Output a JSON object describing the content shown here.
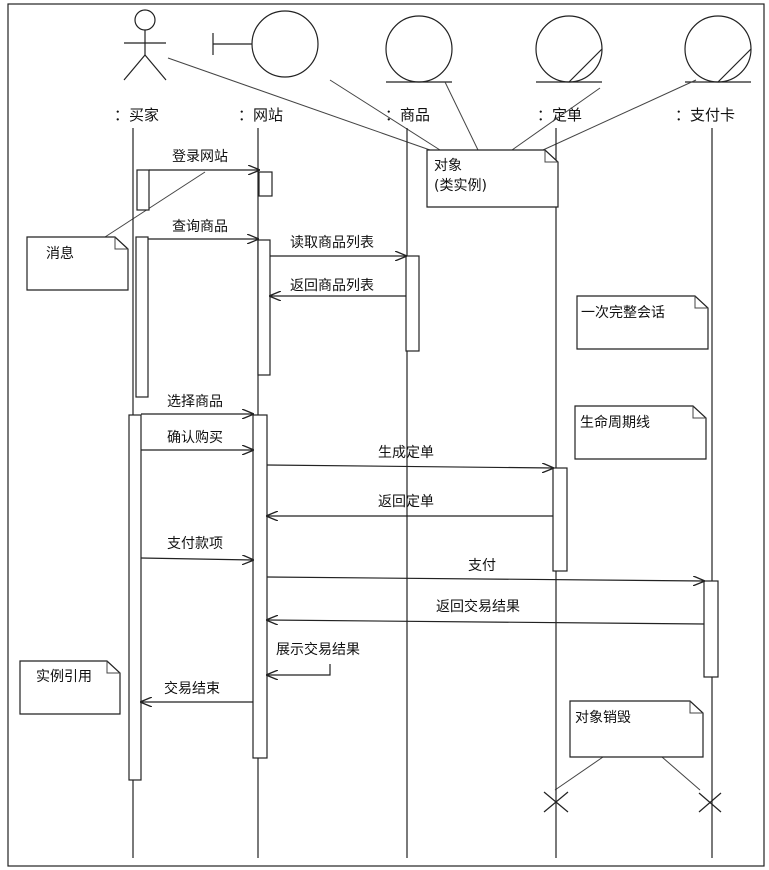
{
  "lifelines": [
    {
      "id": "buyer",
      "kind": "actor",
      "label": "：买家"
    },
    {
      "id": "site",
      "kind": "boundary",
      "label": "：网站"
    },
    {
      "id": "goods",
      "kind": "entity",
      "label": "：商品"
    },
    {
      "id": "order",
      "kind": "control",
      "label": "：定单"
    },
    {
      "id": "card",
      "kind": "control",
      "label": "：支付卡"
    }
  ],
  "messages": [
    {
      "id": "login",
      "label": "登录网站",
      "from": "buyer",
      "to": "site",
      "type": "call"
    },
    {
      "id": "query",
      "label": "查询商品",
      "from": "buyer",
      "to": "site",
      "type": "call"
    },
    {
      "id": "read-list",
      "label": "读取商品列表",
      "from": "site",
      "to": "goods",
      "type": "call"
    },
    {
      "id": "return-list",
      "label": "返回商品列表",
      "from": "goods",
      "to": "site",
      "type": "return"
    },
    {
      "id": "select",
      "label": "选择商品",
      "from": "buyer",
      "to": "site",
      "type": "call"
    },
    {
      "id": "confirm",
      "label": "确认购买",
      "from": "buyer",
      "to": "site",
      "type": "return"
    },
    {
      "id": "create-order",
      "label": "生成定单",
      "from": "site",
      "to": "order",
      "type": "call"
    },
    {
      "id": "return-order",
      "label": "返回定单",
      "from": "order",
      "to": "site",
      "type": "return"
    },
    {
      "id": "pay-amount",
      "label": "支付款项",
      "from": "buyer",
      "to": "site",
      "type": "return"
    },
    {
      "id": "pay",
      "label": "支付",
      "from": "site",
      "to": "card",
      "type": "call"
    },
    {
      "id": "return-result",
      "label": "返回交易结果",
      "from": "card",
      "to": "site",
      "type": "return"
    },
    {
      "id": "show-result",
      "label": "展示交易结果",
      "from": "site",
      "to": "site",
      "type": "self"
    },
    {
      "id": "end",
      "label": "交易结束",
      "from": "site",
      "to": "buyer",
      "type": "return"
    }
  ],
  "notes": [
    {
      "id": "object",
      "lines": [
        "对象",
        "(类实例)"
      ]
    },
    {
      "id": "message",
      "lines": [
        "消息"
      ]
    },
    {
      "id": "session",
      "lines": [
        "一次完整会话"
      ]
    },
    {
      "id": "lifeline",
      "lines": [
        "生命周期线"
      ]
    },
    {
      "id": "instance-ref",
      "lines": [
        "实例引用"
      ]
    },
    {
      "id": "destroy",
      "lines": [
        "对象销毁"
      ]
    }
  ]
}
